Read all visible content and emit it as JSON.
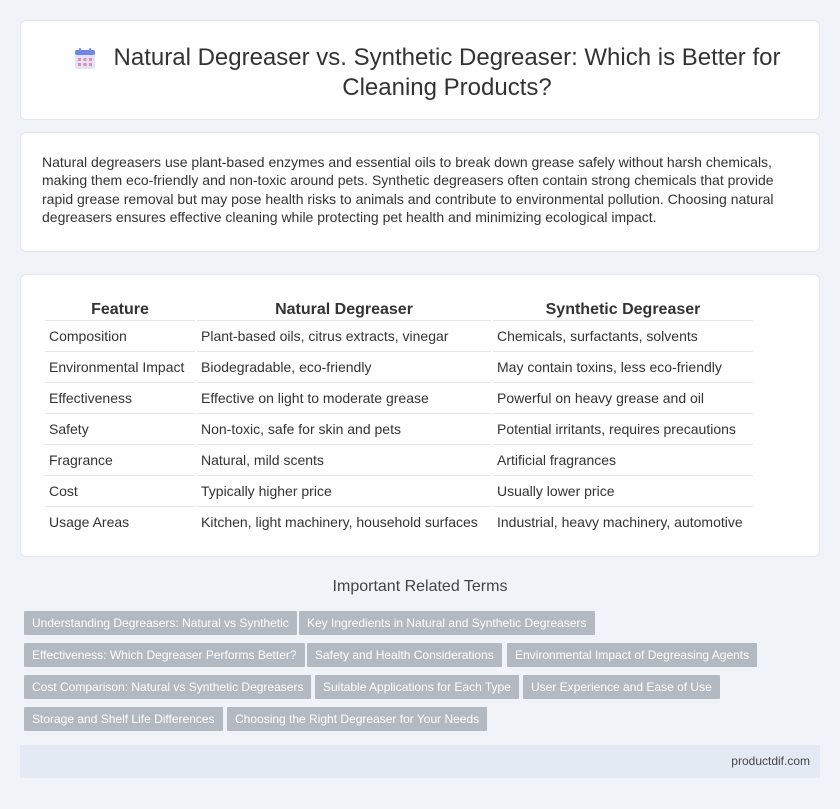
{
  "header": {
    "icon": "calendar-grid-icon",
    "title": "Natural Degreaser vs. Synthetic Degreaser: Which is Better for Cleaning Products?"
  },
  "intro": {
    "text": "Natural degreasers use plant-based enzymes and essential oils to break down grease safely without harsh chemicals, making them eco-friendly and non-toxic around pets. Synthetic degreasers often contain strong chemicals that provide rapid grease removal but may pose health risks to animals and contribute to environmental pollution. Choosing natural degreasers ensures effective cleaning while protecting pet health and minimizing ecological impact."
  },
  "table": {
    "headers": [
      "Feature",
      "Natural Degreaser",
      "Synthetic Degreaser"
    ],
    "rows": [
      [
        "Composition",
        "Plant-based oils, citrus extracts, vinegar",
        "Chemicals, surfactants, solvents"
      ],
      [
        "Environmental Impact",
        "Biodegradable, eco-friendly",
        "May contain toxins, less eco-friendly"
      ],
      [
        "Effectiveness",
        "Effective on light to moderate grease",
        "Powerful on heavy grease and oil"
      ],
      [
        "Safety",
        "Non-toxic, safe for skin and pets",
        "Potential irritants, requires precautions"
      ],
      [
        "Fragrance",
        "Natural, mild scents",
        "Artificial fragrances"
      ],
      [
        "Cost",
        "Typically higher price",
        "Usually lower price"
      ],
      [
        "Usage Areas",
        "Kitchen, light machinery, household surfaces",
        "Industrial, heavy machinery, automotive"
      ]
    ]
  },
  "related": {
    "title": "Important Related Terms",
    "tags": [
      "Understanding Degreasers: Natural vs Synthetic",
      "Key Ingredients in Natural and Synthetic Degreasers",
      "Effectiveness: Which Degreaser Performs Better?",
      "Safety and Health Considerations",
      "Environmental Impact of Degreasing Agents",
      "Cost Comparison: Natural vs Synthetic Degreasers",
      "Suitable Applications for Each Type",
      "User Experience and Ease of Use",
      "Storage and Shelf Life Differences",
      "Choosing the Right Degreaser for Your Needs"
    ]
  },
  "footer": {
    "text": "productdif.com"
  }
}
